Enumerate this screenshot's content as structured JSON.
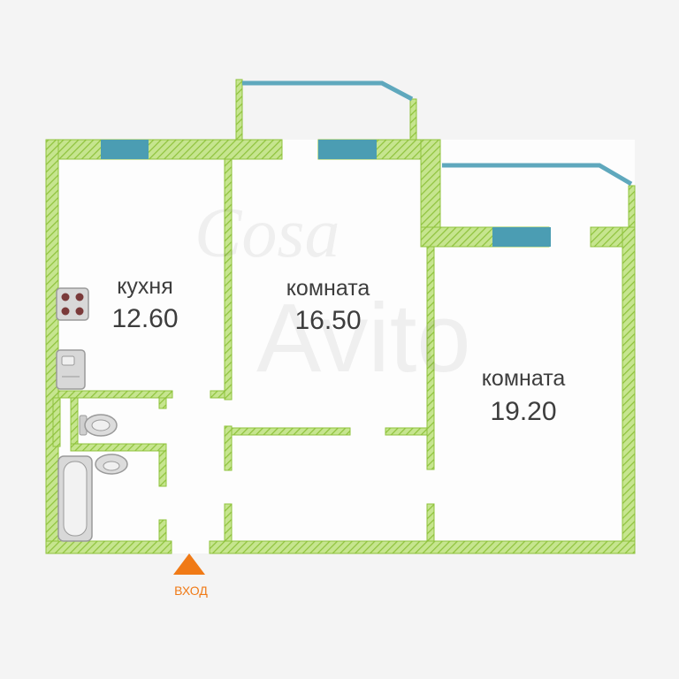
{
  "rooms": {
    "kitchen": {
      "name": "кухня",
      "area": "12.60"
    },
    "room1": {
      "name": "комната",
      "area": "16.50"
    },
    "room2": {
      "name": "комната",
      "area": "19.20"
    }
  },
  "entry": {
    "label": "ВХОД"
  },
  "colors": {
    "wall": "#a9d65c",
    "wall_hatch": "#8ec23b",
    "window": "#4b9db3",
    "balcony": "#5fa8bd",
    "entry": "#f07a16",
    "text": "#3d3d3d"
  },
  "icons": [
    "stove-icon",
    "sink-icon",
    "toilet-icon",
    "washbasin-icon",
    "bathtub-icon",
    "entry-arrow-icon"
  ]
}
